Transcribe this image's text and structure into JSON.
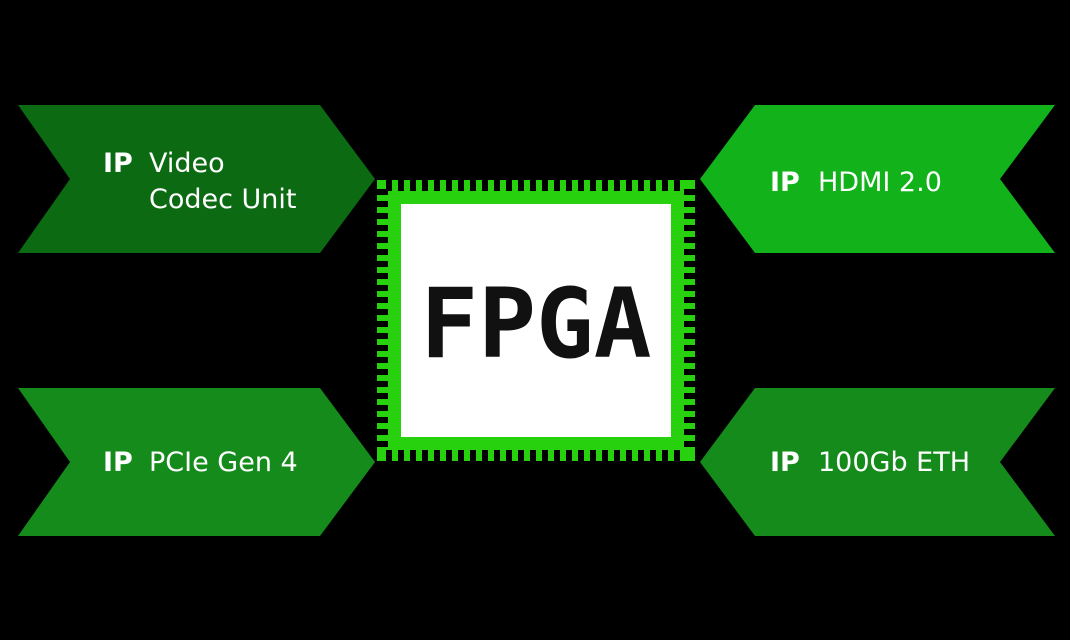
{
  "colors": {
    "background": "#000000",
    "arrow_dark": "#0c6a12",
    "arrow_mid": "#158b1c",
    "arrow_bright": "#12b21a",
    "chip_pin": "#27d10d",
    "chip_body": "#ffffff",
    "label_text": "#ffffff",
    "chip_text": "#111111"
  },
  "chip": {
    "label": "FPGA"
  },
  "blocks": [
    {
      "id": "video-codec",
      "tag": "IP",
      "lines": [
        "Video",
        "Codec Unit"
      ],
      "pointing": "right",
      "color": "arrow_dark"
    },
    {
      "id": "pcie",
      "tag": "IP",
      "lines": [
        "PCIe Gen 4"
      ],
      "pointing": "right",
      "color": "arrow_mid"
    },
    {
      "id": "hdmi",
      "tag": "IP",
      "lines": [
        "HDMI 2.0"
      ],
      "pointing": "left",
      "color": "arrow_bright"
    },
    {
      "id": "eth",
      "tag": "IP",
      "lines": [
        "100Gb ETH"
      ],
      "pointing": "left",
      "color": "arrow_mid"
    }
  ]
}
